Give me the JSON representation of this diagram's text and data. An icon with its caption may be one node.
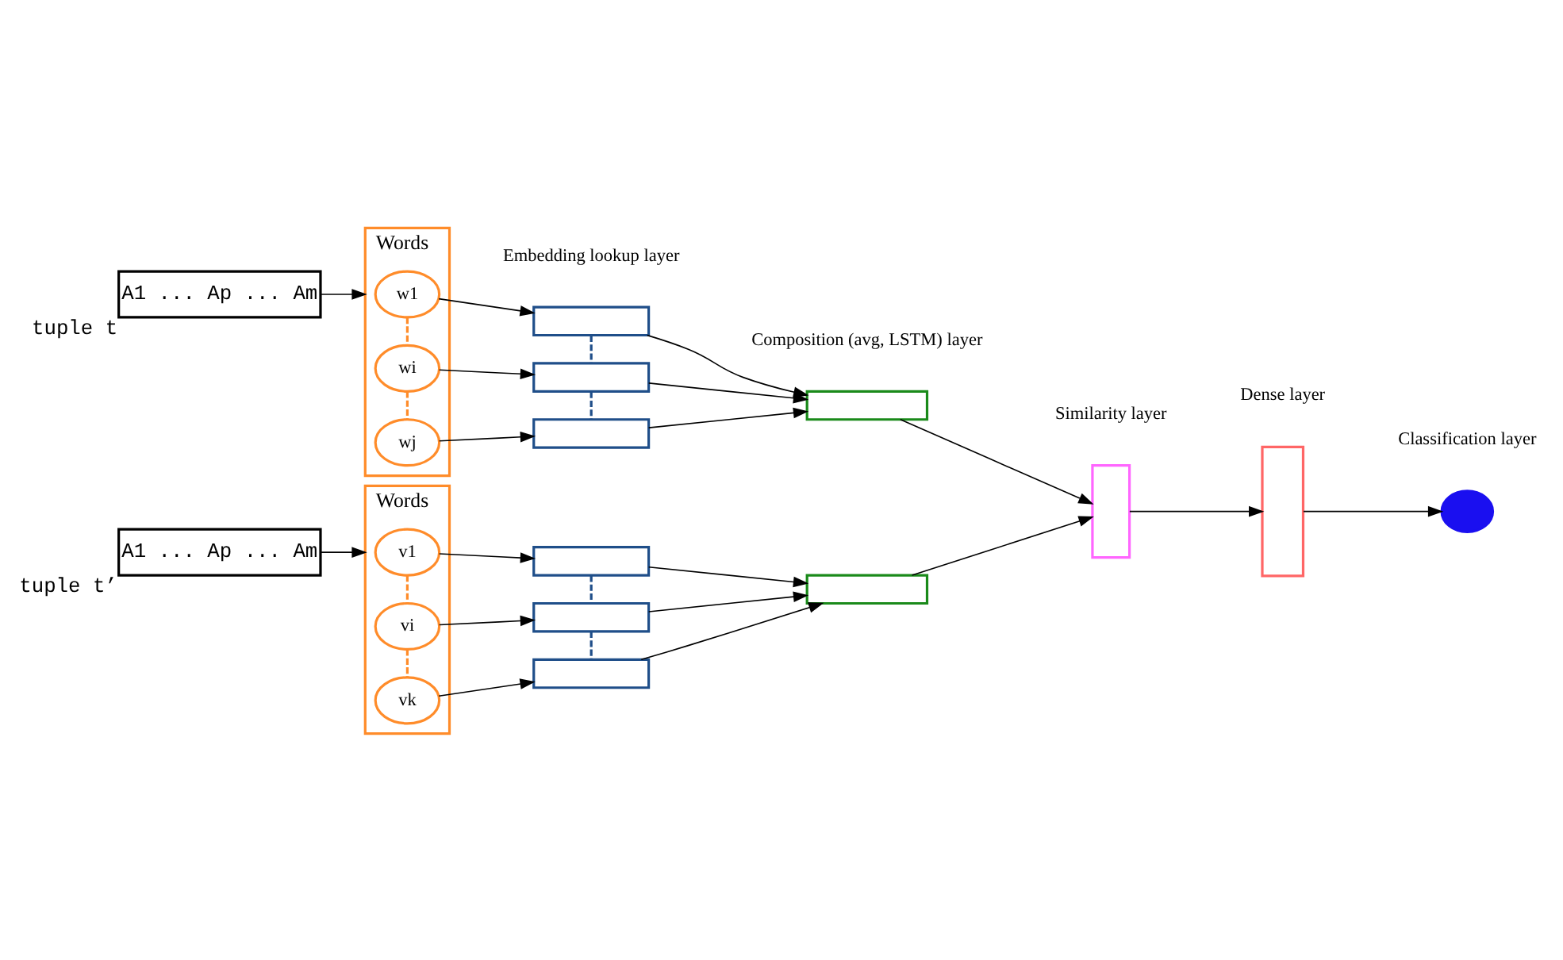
{
  "diagram": {
    "nodes": [
      {
        "text": [
          "A1 ... Ap ... Am"
        ],
        "beside": [
          "tuple t"
        ]
      },
      {
        "text": [],
        "shape": "box",
        "beside": [
          "Words"
        ]
      },
      {
        "text": [
          "w1"
        ],
        "in": 1
      },
      {
        "text": [
          "wi"
        ],
        "in": 1
      },
      {
        "text": [
          "wj"
        ],
        "in": 1
      },
      {
        "text": [],
        "shape": "box"
      },
      {
        "text": [],
        "shape": "box"
      },
      {
        "text": [],
        "shape": "box"
      },
      {
        "text": [],
        "shape": "box"
      },
      {
        "text": [],
        "shape": "box",
        "beside": [
          "Words"
        ]
      },
      {
        "text": [
          "v1"
        ],
        "in": 9
      },
      {
        "text": [
          "vi"
        ],
        "in": 9
      },
      {
        "text": [
          "vk"
        ],
        "in": 9
      },
      {
        "text": [],
        "shape": "box"
      },
      {
        "text": [],
        "shape": "box"
      },
      {
        "text": [],
        "shape": "box"
      },
      {
        "text": [],
        "shape": "box"
      },
      {
        "text": [],
        "shape": "box"
      },
      {
        "text": [],
        "shape": "box"
      },
      {
        "text": [],
        "shape": "circle"
      },
      {
        "text": [
          "A1 ... Ap ... Am"
        ],
        "beside": [
          "tuple t’"
        ]
      }
    ],
    "edges": [
      {
        "from": 0,
        "to": 1,
        "arrow": "to"
      },
      {
        "from": 2,
        "to": 3,
        "arrow": "none",
        "style": "dashed",
        "color": "#ff8c2a"
      },
      {
        "from": 3,
        "to": 4,
        "arrow": "none",
        "style": "dashed",
        "color": "#ff8c2a"
      },
      {
        "from": 2,
        "to": 5,
        "arrow": "to"
      },
      {
        "from": 3,
        "to": 6,
        "arrow": "to"
      },
      {
        "from": 4,
        "to": 7,
        "arrow": "to"
      },
      {
        "from": 5,
        "to": 6,
        "arrow": "none",
        "style": "dashed",
        "color": "#1f4e89"
      },
      {
        "from": 6,
        "to": 7,
        "arrow": "none",
        "style": "dashed",
        "color": "#1f4e89"
      },
      {
        "from": 5,
        "to": 8,
        "arrow": "to"
      },
      {
        "from": 6,
        "to": 8,
        "arrow": "to"
      },
      {
        "from": 7,
        "to": 8,
        "arrow": "to"
      },
      {
        "from": 20,
        "to": 9,
        "arrow": "to"
      },
      {
        "from": 10,
        "to": 11,
        "arrow": "none",
        "style": "dashed",
        "color": "#ff8c2a"
      },
      {
        "from": 11,
        "to": 12,
        "arrow": "none",
        "style": "dashed",
        "color": "#ff8c2a"
      },
      {
        "from": 10,
        "to": 13,
        "arrow": "to"
      },
      {
        "from": 11,
        "to": 14,
        "arrow": "to"
      },
      {
        "from": 12,
        "to": 15,
        "arrow": "to"
      },
      {
        "from": 13,
        "to": 14,
        "arrow": "none",
        "style": "dashed",
        "color": "#1f4e89"
      },
      {
        "from": 14,
        "to": 15,
        "arrow": "none",
        "style": "dashed",
        "color": "#1f4e89"
      },
      {
        "from": 13,
        "to": 16,
        "arrow": "to"
      },
      {
        "from": 14,
        "to": 16,
        "arrow": "to"
      },
      {
        "from": 15,
        "to": 16,
        "arrow": "to"
      },
      {
        "from": 8,
        "to": 17,
        "arrow": "to"
      },
      {
        "from": 16,
        "to": 17,
        "arrow": "to"
      },
      {
        "from": 17,
        "to": 18,
        "arrow": "to"
      },
      {
        "from": 18,
        "to": 19,
        "arrow": "to"
      }
    ],
    "labels": [
      "Embedding lookup layer",
      "Composition (avg, LSTM) layer",
      "Similarity layer",
      "Dense layer",
      "Classification layer"
    ]
  }
}
